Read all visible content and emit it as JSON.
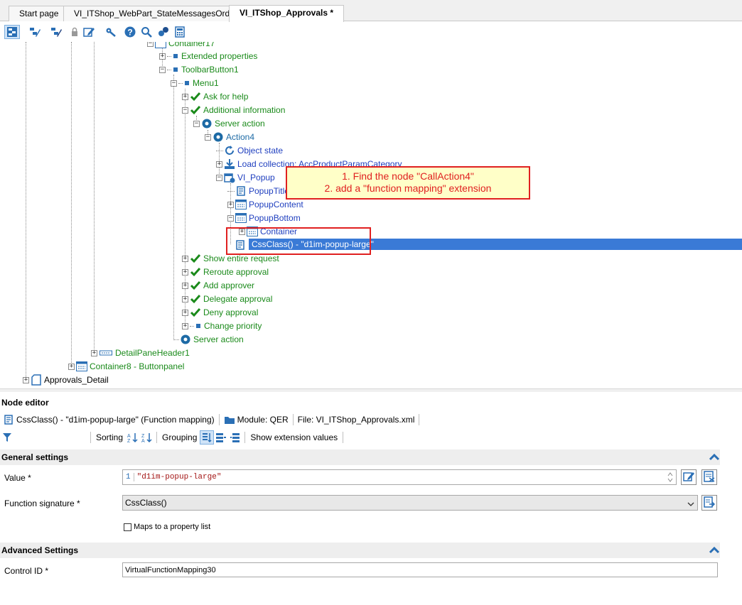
{
  "tabs": [
    {
      "label": "Start page"
    },
    {
      "label": "VI_ITShop_WebPart_StateMessagesOrders"
    },
    {
      "label": "VI_ITShop_Approvals *"
    }
  ],
  "toolbar": {
    "icons": [
      "tree-view-icon",
      "edit-tree-icon",
      "edit-tree-alt-icon",
      "lock-icon",
      "pencil-icon",
      "wrench-icon",
      "help-icon",
      "search-icon",
      "components-icon",
      "calculator-icon"
    ]
  },
  "tree": {
    "container17": "Container17",
    "extended_properties": "Extended properties",
    "toolbar_button": "ToolbarButton1",
    "menu1": "Menu1",
    "ask_for_help": "Ask for help",
    "additional_information": "Additional information",
    "server_action_1": "Server action",
    "action4": "Action4",
    "object_state": "Object state",
    "load_collection": "Load collection: AccProductParamCategory",
    "vi_popup": "VI_Popup",
    "popup_title": "PopupTitle",
    "popup_content": "PopupContent",
    "popup_bottom": "PopupBottom",
    "container": "Container",
    "css_class": "CssClass() - \"d1im-popup-large\"",
    "show_entire_request": "Show entire request",
    "reroute_approval": "Reroute approval",
    "add_approver": "Add approver",
    "delegate_approval": "Delegate approval",
    "deny_approval": "Deny approval",
    "change_priority": "Change priority",
    "server_action_2": "Server action",
    "detail_pane_header": "DetailPaneHeader1",
    "container8": "Container8 - Buttonpanel",
    "approvals_detail": "Approvals_Detail"
  },
  "callout": {
    "line1": "1. Find the node \"CallAction4\"",
    "line2": "2. add a \"function mapping\" extension"
  },
  "editor": {
    "title": "Node editor",
    "node_label": "CssClass() - \"d1im-popup-large\" (Function mapping)",
    "module": "Module: QER",
    "file": "File: VI_ITShop_Approvals.xml",
    "sorting": "Sorting",
    "grouping": "Grouping",
    "show_extension_values": "Show extension values",
    "general_settings": "General settings",
    "value_label": "Value *",
    "value_line_no": "1",
    "value_text": "\"d1im-popup-large\"",
    "function_signature_label": "Function signature *",
    "function_signature_value": "CssClass()",
    "maps_to_property_list": "Maps to a property list",
    "advanced_settings": "Advanced Settings",
    "control_id_label": "Control ID *",
    "control_id_value": "VirtualFunctionMapping30"
  },
  "colors": {
    "selection": "#3a7ad6",
    "green_label": "#1a8a1a",
    "blue_label": "#1f3fbf",
    "callout_border": "#e02020",
    "callout_fill": "#ffffc8"
  }
}
